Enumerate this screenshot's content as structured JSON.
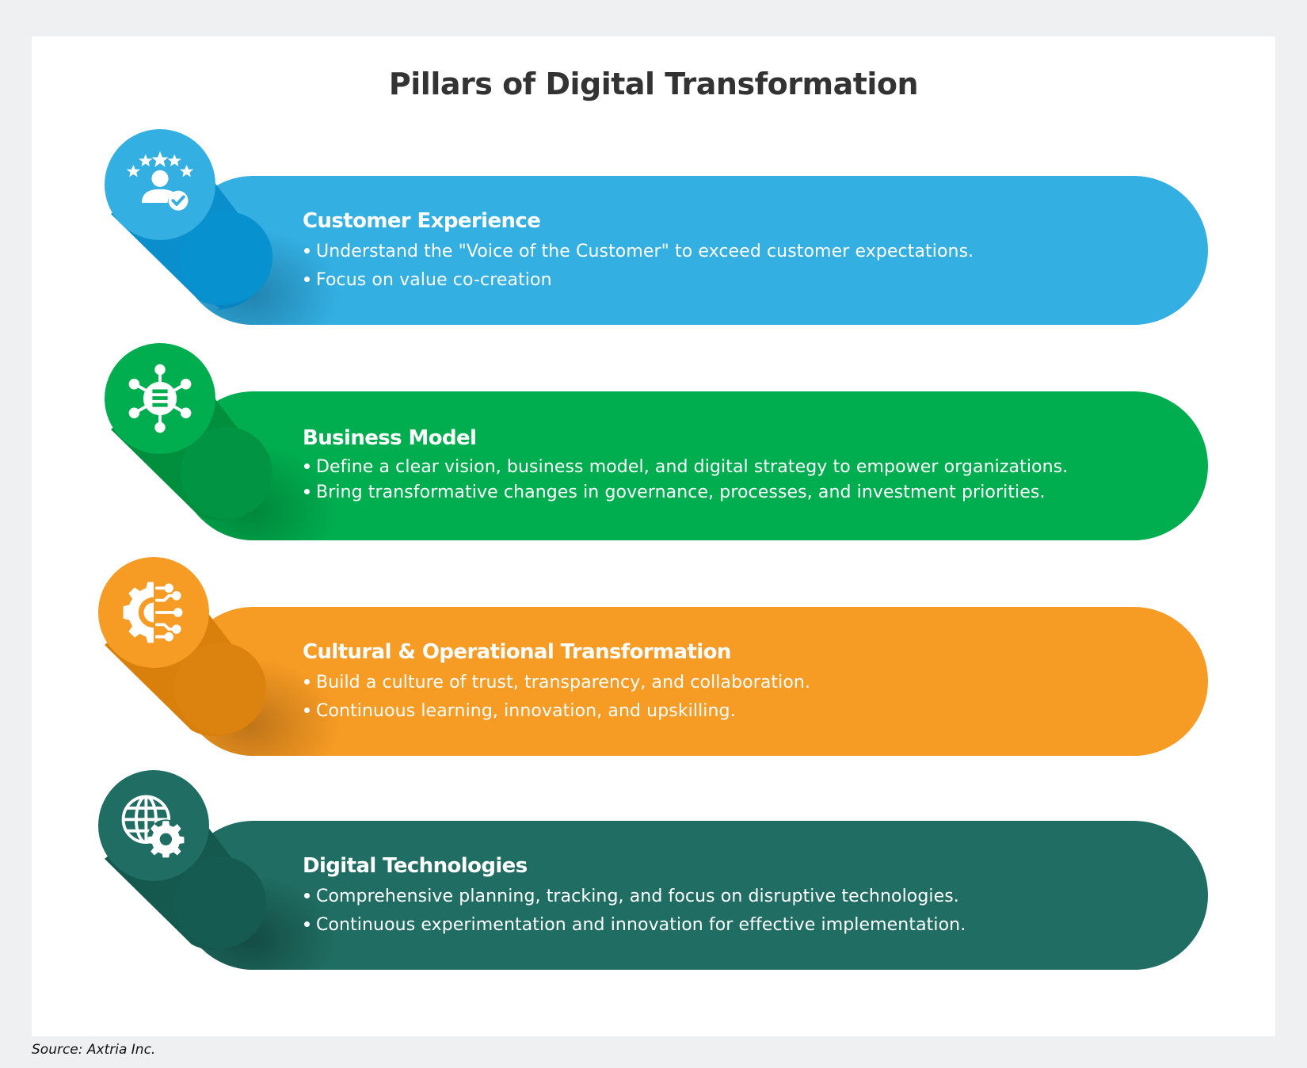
{
  "title": "Pillars of Digital Transformation",
  "colors": {
    "page_background": "#eff0f2",
    "card_background": "#ffffff",
    "title_text": "#333333",
    "customer_experience": "#33afe2",
    "customer_experience_dark": "#0a8fcc",
    "business_model": "#00ae4f",
    "business_model_dark": "#018f3e",
    "cultural_operational": "#f69b24",
    "cultural_operational_dark": "#d97f0c",
    "digital_technologies": "#206e63",
    "digital_technologies_dark": "#14584e"
  },
  "pillars": [
    {
      "heading": "Customer Experience",
      "icon": "customer-rating-icon",
      "bullets": [
        "Understand the \"Voice of the Customer\" to exceed customer expectations.",
        "Focus on value co-creation"
      ]
    },
    {
      "heading": "Business Model",
      "icon": "business-network-icon",
      "bullets": [
        "Define a clear vision, business model, and digital strategy to empower organizations.",
        "Bring transformative changes in governance, processes, and investment priorities."
      ]
    },
    {
      "heading": "Cultural & Operational Transformation",
      "icon": "gear-circuit-icon",
      "bullets": [
        "Build a culture of trust, transparency, and collaboration.",
        "Continuous learning, innovation, and upskilling."
      ]
    },
    {
      "heading": "Digital Technologies",
      "icon": "globe-gear-icon",
      "bullets": [
        "Comprehensive planning, tracking, and focus on disruptive technologies.",
        "Continuous experimentation and innovation for effective implementation."
      ]
    }
  ],
  "source": {
    "label": "Source:",
    "value": "Axtria Inc."
  }
}
